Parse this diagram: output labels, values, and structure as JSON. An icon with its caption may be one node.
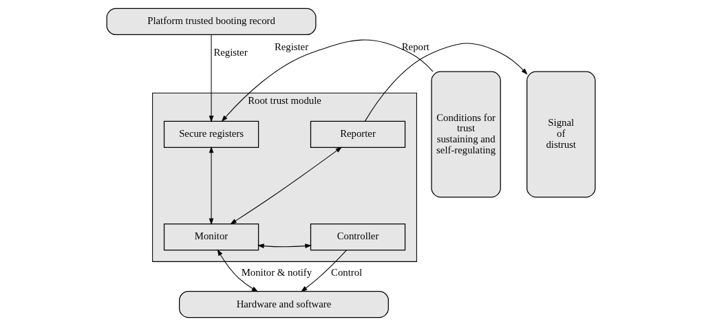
{
  "diagram": {
    "nodes": [
      {
        "text": [
          "Platform trusted booting record"
        ]
      },
      {
        "text": [
          "Conditions for trust sustaining and self-regulating"
        ]
      },
      {
        "text": [
          "Root trust module"
        ]
      },
      {
        "text": [
          "Secure registers"
        ],
        "in": 2
      },
      {
        "text": [
          "Reporter"
        ],
        "in": 2
      },
      {
        "text": [
          "Monitor"
        ],
        "in": 2
      },
      {
        "text": [
          "Controller"
        ],
        "in": 2
      },
      {
        "text": [
          "Signal of distrust"
        ]
      },
      {
        "text": [
          "Hardware and software"
        ]
      }
    ],
    "edges": [
      {
        "from": 0,
        "to": 3,
        "arrow": "to",
        "label": "Register"
      },
      {
        "from": 1,
        "to": 3,
        "arrow": "to",
        "label": "Register"
      },
      {
        "from": 3,
        "to": 5,
        "arrow": "both"
      },
      {
        "from": 5,
        "to": 4,
        "arrow": "both"
      },
      {
        "from": 5,
        "to": 6,
        "arrow": "both"
      },
      {
        "from": 4,
        "to": 7,
        "arrow": "to",
        "label": "Report"
      },
      {
        "from": 5,
        "to": 8,
        "arrow": "both",
        "label": "Monitor & notify"
      },
      {
        "from": 6,
        "to": 8,
        "arrow": "to",
        "label": "Control"
      }
    ]
  }
}
